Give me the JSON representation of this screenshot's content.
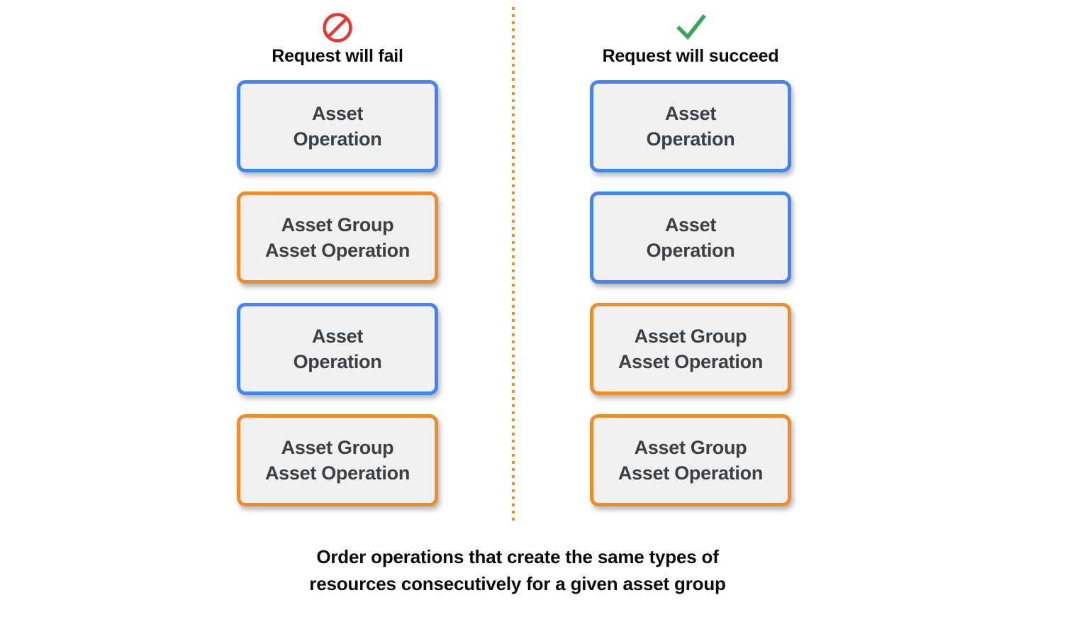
{
  "colors": {
    "blue_border": "#4285F4",
    "orange_border": "#EE8E2B",
    "box_fill": "#F1F1F1",
    "box_text": "#3C4043",
    "fail_icon": "#E53935",
    "succeed_icon": "#34A853",
    "divider": "#E8912B",
    "background": "#FFFFFF"
  },
  "columns": [
    {
      "id": "fail",
      "icon": "prohibition-icon",
      "title": "Request will fail",
      "boxes": [
        {
          "label": "Asset\nOperation",
          "type": "asset",
          "border": "blue"
        },
        {
          "label": "Asset Group\nAsset Operation",
          "type": "asset-group",
          "border": "orange"
        },
        {
          "label": "Asset\nOperation",
          "type": "asset",
          "border": "blue"
        },
        {
          "label": "Asset Group\nAsset Operation",
          "type": "asset-group",
          "border": "orange"
        }
      ]
    },
    {
      "id": "succeed",
      "icon": "checkmark-icon",
      "title": "Request will succeed",
      "boxes": [
        {
          "label": "Asset\nOperation",
          "type": "asset",
          "border": "blue"
        },
        {
          "label": "Asset\nOperation",
          "type": "asset",
          "border": "blue"
        },
        {
          "label": "Asset Group\nAsset Operation",
          "type": "asset-group",
          "border": "orange"
        },
        {
          "label": "Asset Group\nAsset Operation",
          "type": "asset-group",
          "border": "orange"
        }
      ]
    }
  ],
  "caption": "Order operations that create the same types of\nresources consecutively for a given asset group"
}
